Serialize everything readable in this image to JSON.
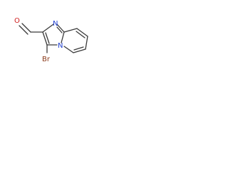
{
  "molecule": {
    "atoms": {
      "oxygen": "O",
      "bromine": "Br",
      "nitrogen_imine": "N",
      "nitrogen_bridge": "N"
    },
    "colors": {
      "bond": "#3a3a3a",
      "nitrogen": "#1f3fd0",
      "oxygen": "#d01f1f",
      "bromine": "#8b3a1a"
    }
  }
}
